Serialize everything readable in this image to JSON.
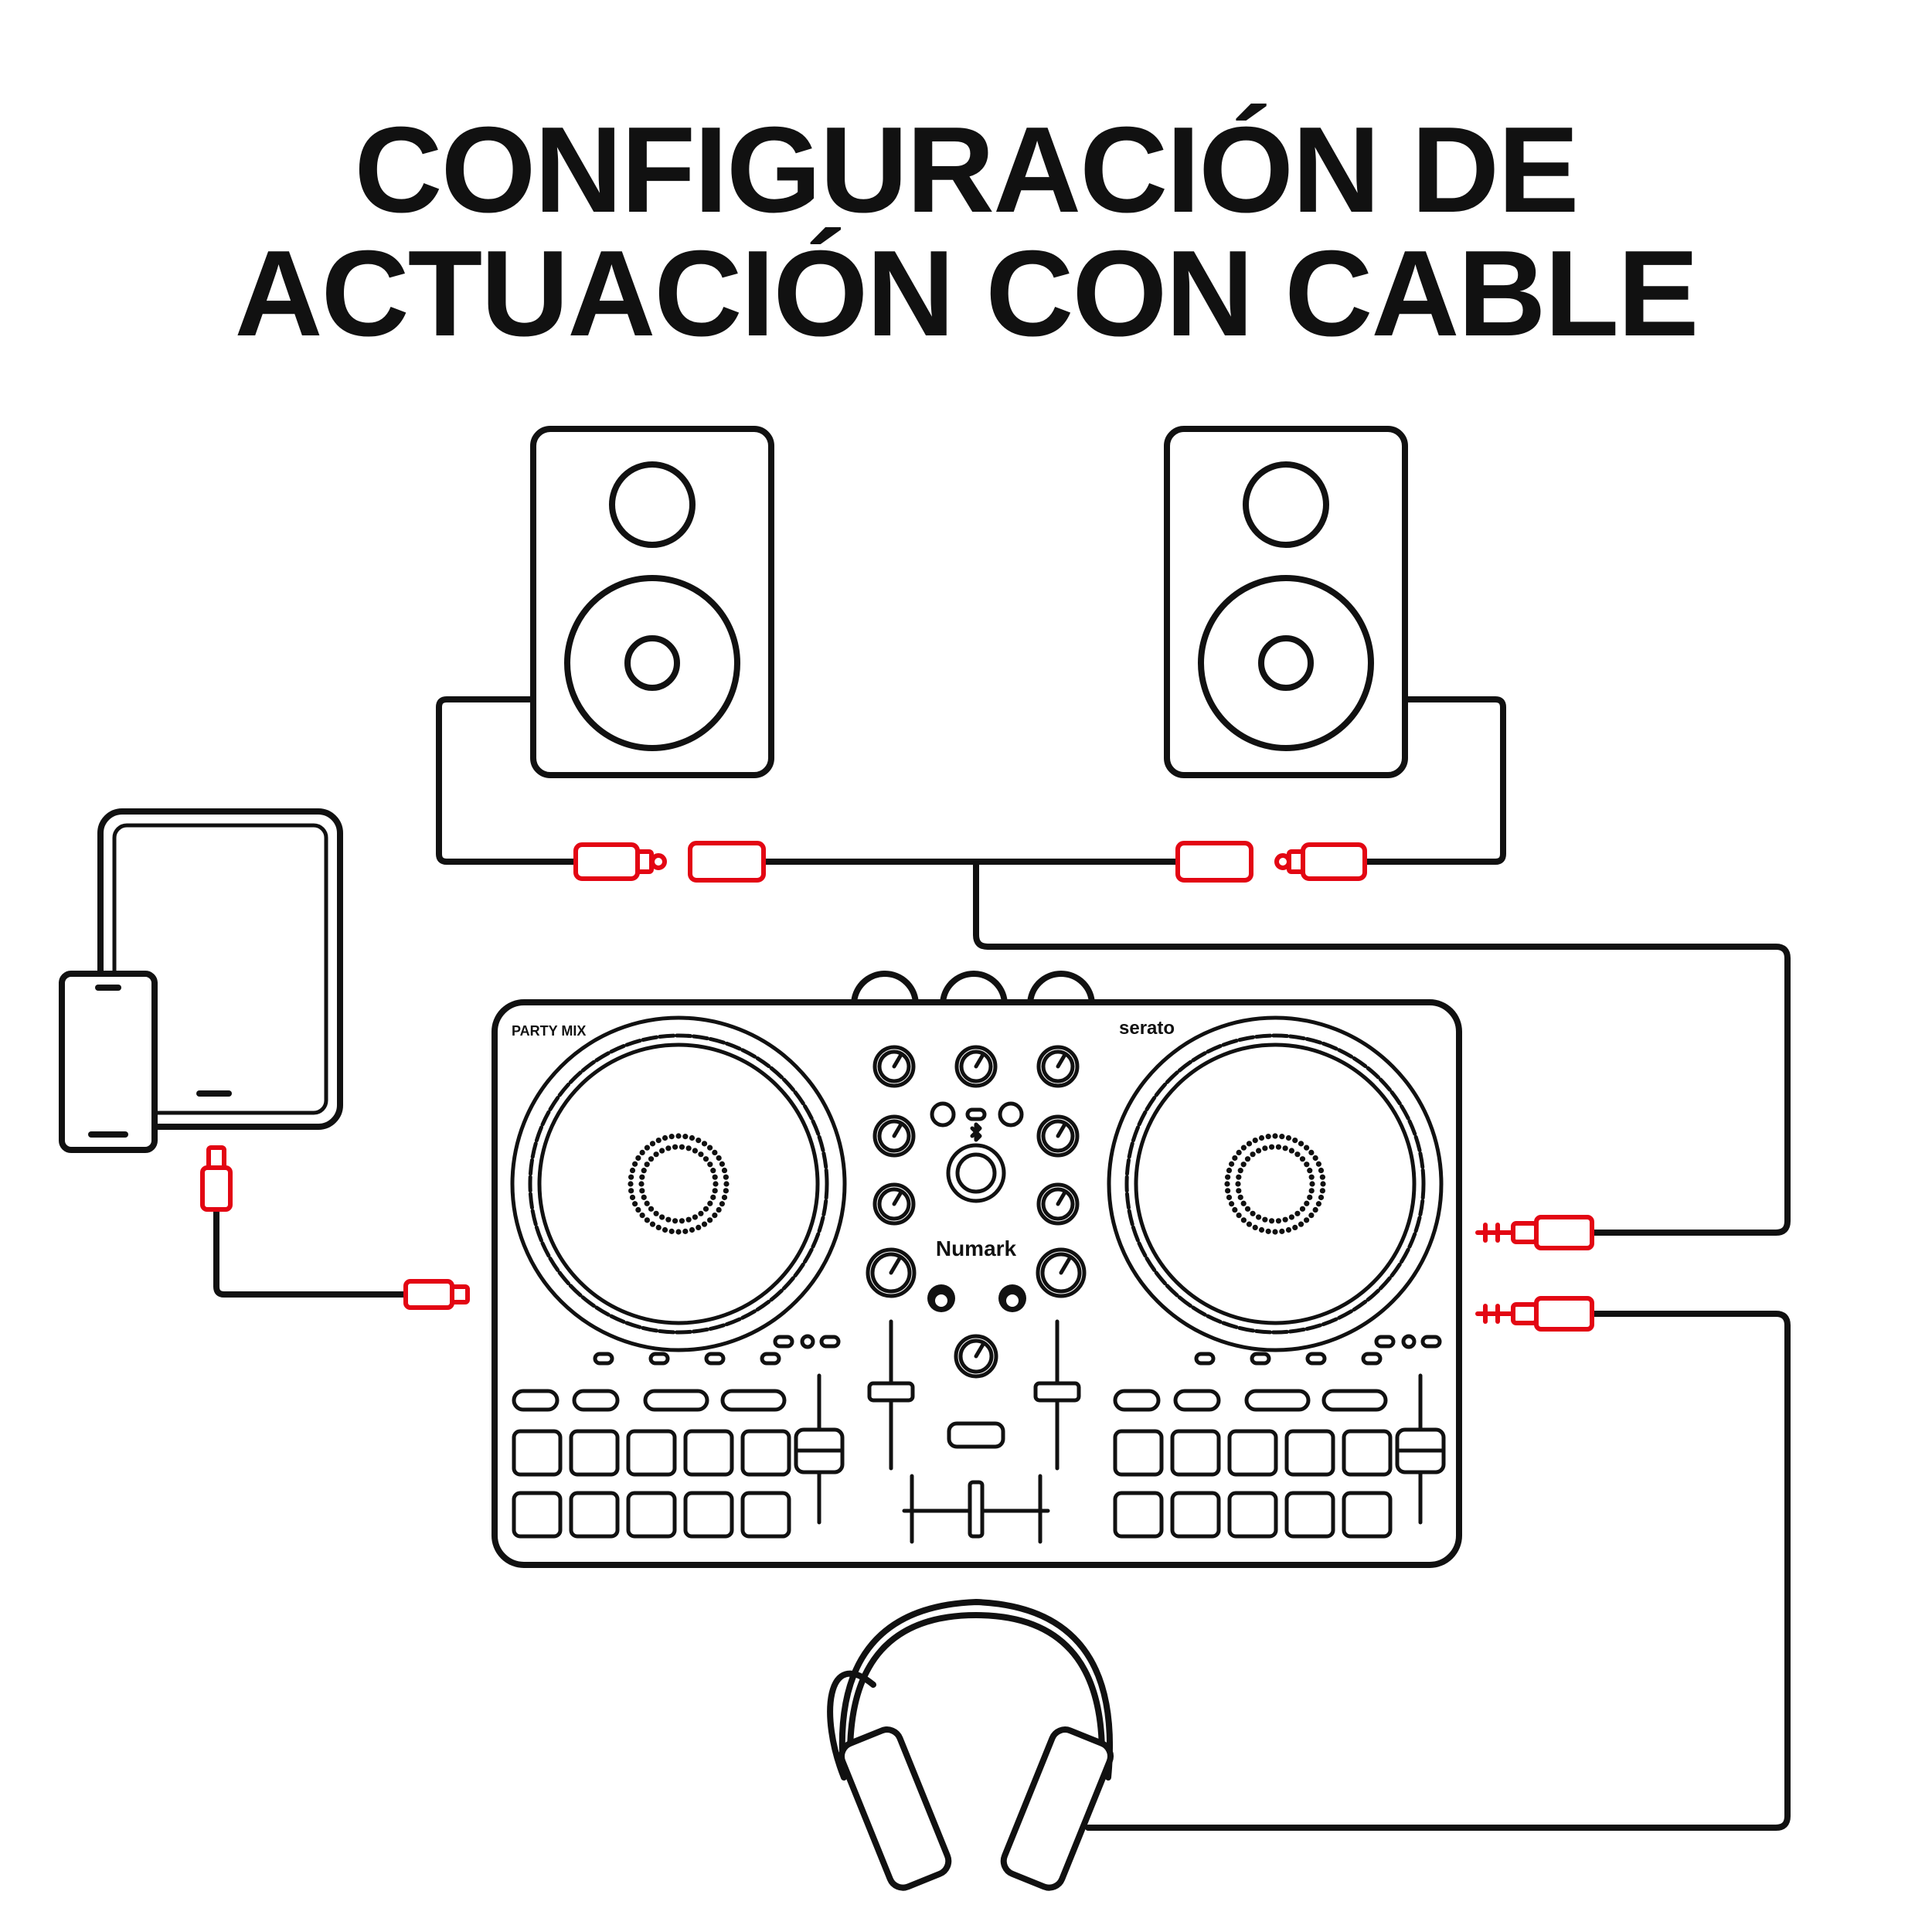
{
  "title": {
    "line1": "CONFIGURACIÓN DE",
    "line2": "ACTUACIÓN CON CABLE"
  },
  "controller": {
    "model_label": "PARTY MIX",
    "software_logo": "serato",
    "brand_logo": "Numark"
  },
  "icons": {
    "left_speaker": "studio-speaker-icon",
    "right_speaker": "studio-speaker-icon",
    "tablet": "tablet-icon",
    "phone": "smartphone-icon",
    "headphones": "headphones-icon",
    "bluetooth": "bluetooth-icon"
  },
  "colors": {
    "line": "#111111",
    "connector": "#e30613",
    "background": "#ffffff"
  }
}
